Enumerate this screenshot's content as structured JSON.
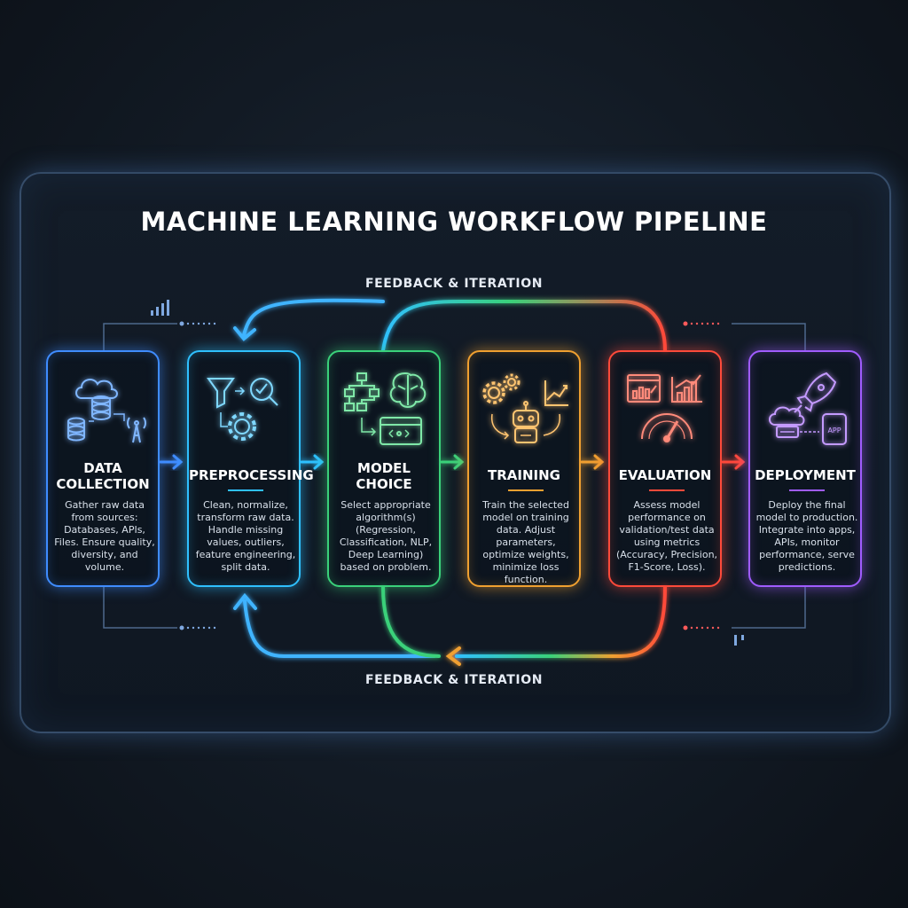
{
  "title": "MACHINE LEARNING WORKFLOW PIPELINE",
  "feedback_top": "FEEDBACK & ITERATION",
  "feedback_bottom": "FEEDBACK & ITERATION",
  "colors": {
    "data_collection": "#3f8cff",
    "preprocessing": "#2fc0ff",
    "model_choice": "#3ad17a",
    "training": "#f0a030",
    "evaluation": "#ff4a3a",
    "deployment": "#a05cff"
  },
  "stages": [
    {
      "id": "data-collection",
      "name_line1": "DATA",
      "name_line2": "COLLECTION",
      "icons": [
        "cloud-database-icon",
        "database-icon",
        "antenna-icon"
      ],
      "description": "Gather raw data from sources: Databases, APIs, Files. Ensure quality, diversity, and volume."
    },
    {
      "id": "preprocessing",
      "name_line1": "PREPROCESSING",
      "name_line2": "",
      "icons": [
        "funnel-icon",
        "magnifier-icon",
        "gear-icon"
      ],
      "description": "Clean, normalize, transform raw data. Handle missing values, outliers, feature engineering, split data."
    },
    {
      "id": "model-choice",
      "name_line1": "MODEL",
      "name_line2": "CHOICE",
      "icons": [
        "hierarchy-icon",
        "brain-icon",
        "code-window-icon"
      ],
      "description": "Select appropriate algorithm(s) (Regression, Classification, NLP, Deep Learning) based on problem."
    },
    {
      "id": "training",
      "name_line1": "TRAINING",
      "name_line2": "",
      "icons": [
        "gears-icon",
        "robot-icon",
        "trend-chart-icon"
      ],
      "description": "Train the selected model on training data. Adjust parameters, optimize weights, minimize loss function."
    },
    {
      "id": "evaluation",
      "name_line1": "EVALUATION",
      "name_line2": "",
      "icons": [
        "dashboard-chart-icon",
        "bar-chart-icon",
        "gauge-icon"
      ],
      "description": "Assess model performance on validation/test data using metrics (Accuracy, Precision, F1-Score, Loss)."
    },
    {
      "id": "deployment",
      "name_line1": "DEPLOYMENT",
      "name_line2": "",
      "icons": [
        "rocket-icon",
        "cloud-server-icon",
        "app-icon"
      ],
      "description": "Deploy the final model to production. Integrate into apps, APIs, monitor performance, serve predictions.",
      "app_label": "APP"
    }
  ]
}
